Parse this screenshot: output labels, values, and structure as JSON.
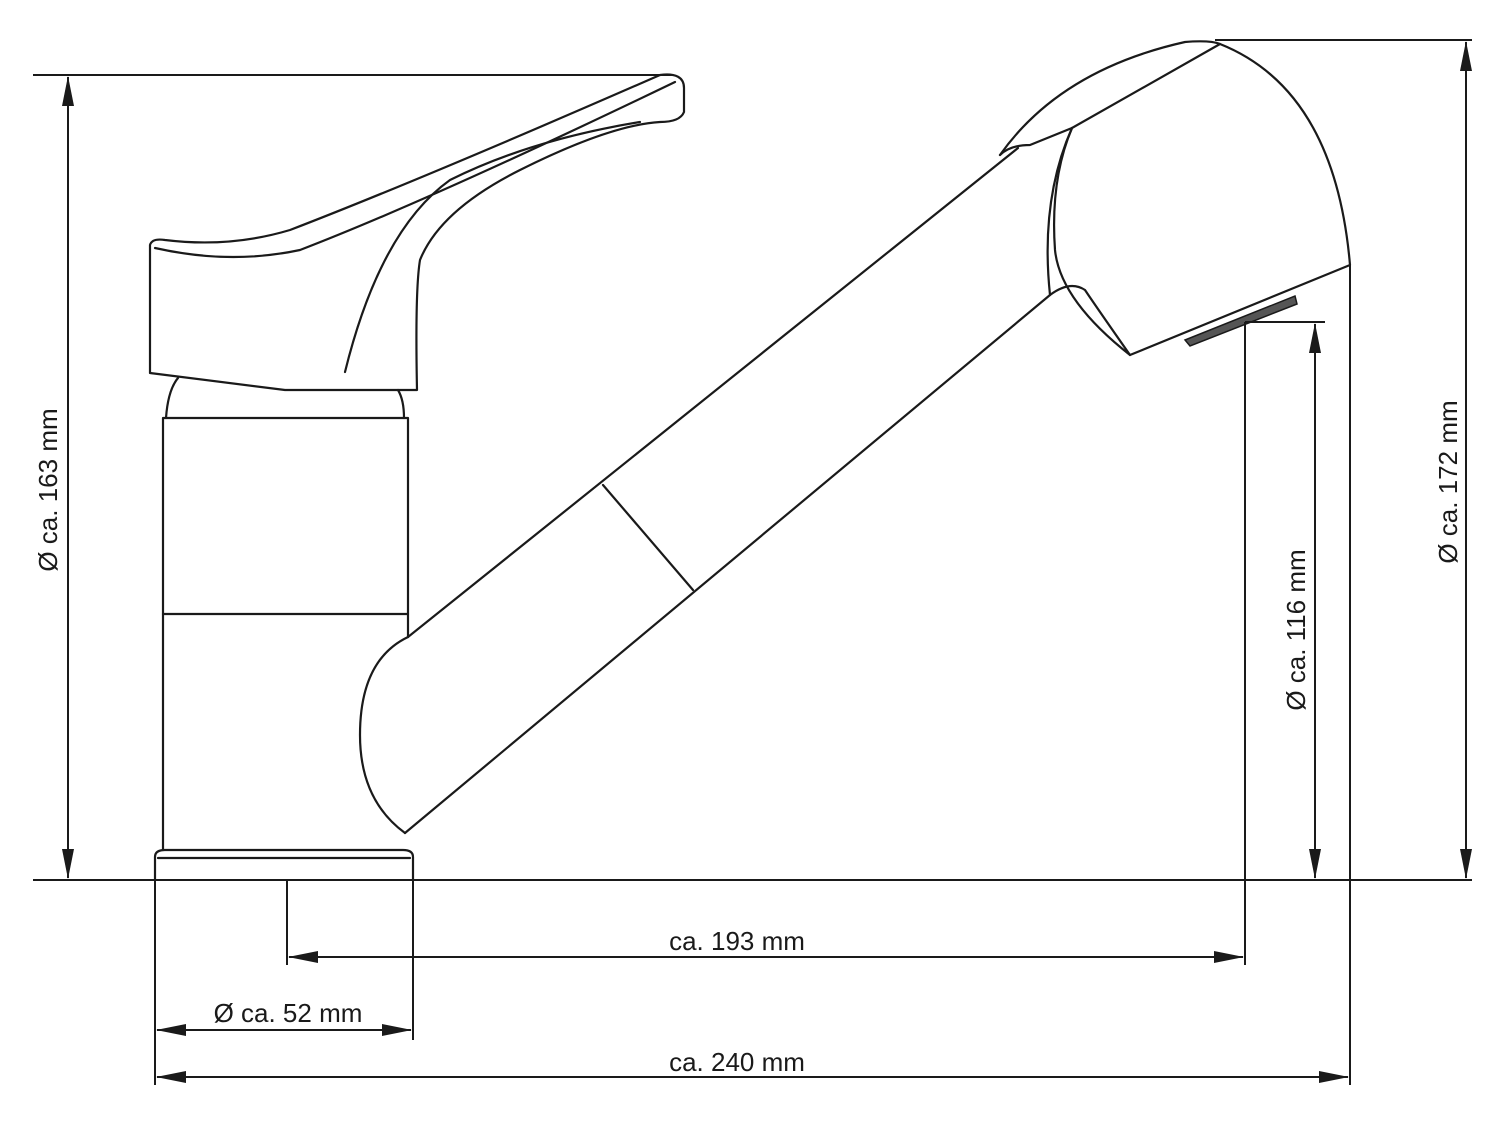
{
  "title": "Faucet dimension drawing",
  "dimensions": {
    "handle_height": "Ø ca. 163 mm",
    "spout_height": "Ø ca. 172 mm",
    "outlet_height": "Ø ca. 116 mm",
    "reach": "ca. 193 mm",
    "base_diameter": "Ø ca. 52 mm",
    "total_length": "ca. 240 mm"
  },
  "colors": {
    "line": "#1a1a1a",
    "background": "#ffffff"
  }
}
